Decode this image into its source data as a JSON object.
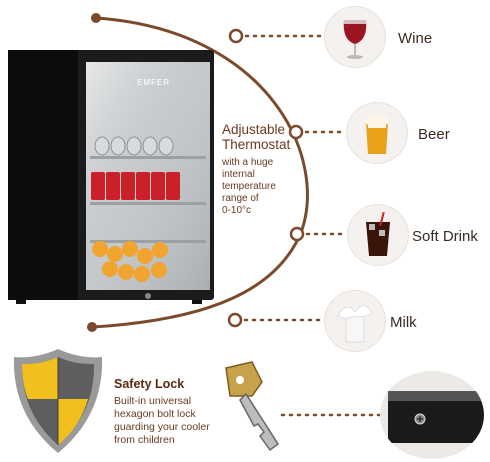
{
  "brand_mark": "EMFER",
  "thermostat": {
    "title_line1": "Adjustable",
    "title_line2": "Thermostat",
    "desc_lines": [
      "with a huge",
      "internal",
      "temperature",
      "range of",
      "0-10°c"
    ]
  },
  "drinks": [
    {
      "label": "Wine",
      "icon": "wine-glass-icon"
    },
    {
      "label": "Beer",
      "icon": "beer-glass-icon"
    },
    {
      "label": "Soft Drink",
      "icon": "soft-drink-icon"
    },
    {
      "label": "Milk",
      "icon": "milk-splash-icon"
    }
  ],
  "safety": {
    "title": "Safety Lock",
    "desc_lines": [
      "Built-in universal",
      "hexagon bolt lock",
      "guarding your cooler",
      "from children"
    ]
  },
  "colors": {
    "accent_brown": "#6b3a1f",
    "arc_brown": "#7a4a2a",
    "shield_yellow": "#f2c01e",
    "shield_grey": "#6d6d6d"
  }
}
